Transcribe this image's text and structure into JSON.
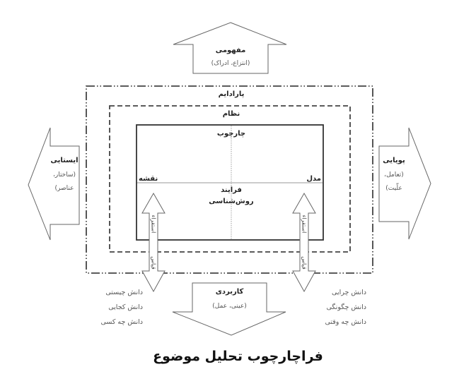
{
  "diagram": {
    "title": "فراچارچوب تحلیل موضوع",
    "arrows": {
      "top": {
        "label": "مفهومی",
        "sub": "(انتزاع، ادراک)",
        "direction": "up"
      },
      "bottom": {
        "label": "کاربردی",
        "sub": "(عینی، عمل)",
        "direction": "down"
      },
      "left": {
        "label": "ایستایی",
        "sub_line1": "(ساختار،",
        "sub_line2": "عناصر)",
        "direction": "left"
      },
      "right": {
        "label": "پویایی",
        "sub_line1": "(تعامل،",
        "sub_line2": "علّیت)",
        "direction": "right"
      }
    },
    "boxes": {
      "outer": {
        "label": "پارادایم",
        "border": "dash-dot"
      },
      "middle": {
        "label": "نظام",
        "border": "dashed"
      },
      "inner": {
        "label": "چارچوب",
        "border": "solid"
      }
    },
    "inner_labels": {
      "left": "نقشه",
      "right": "مدل",
      "center_line1": "فرایند",
      "center_line2": "روش‌شناسی"
    },
    "vertical_arrows": {
      "left": {
        "top_text": "استقراء",
        "bottom_text": "قیاس"
      },
      "right": {
        "top_text": "استقراء",
        "bottom_text": "قیاس"
      }
    },
    "knowledge_lists": {
      "left": [
        "دانش چیستی",
        "دانش کجایی",
        "دانش چه کسی"
      ],
      "right": [
        "دانش چرایی",
        "دانش چگونگی",
        "دانش چه وقتی"
      ]
    },
    "colors": {
      "stroke": "#555555",
      "box_stroke": "#333333",
      "text": "#222222",
      "background": "#ffffff"
    }
  }
}
